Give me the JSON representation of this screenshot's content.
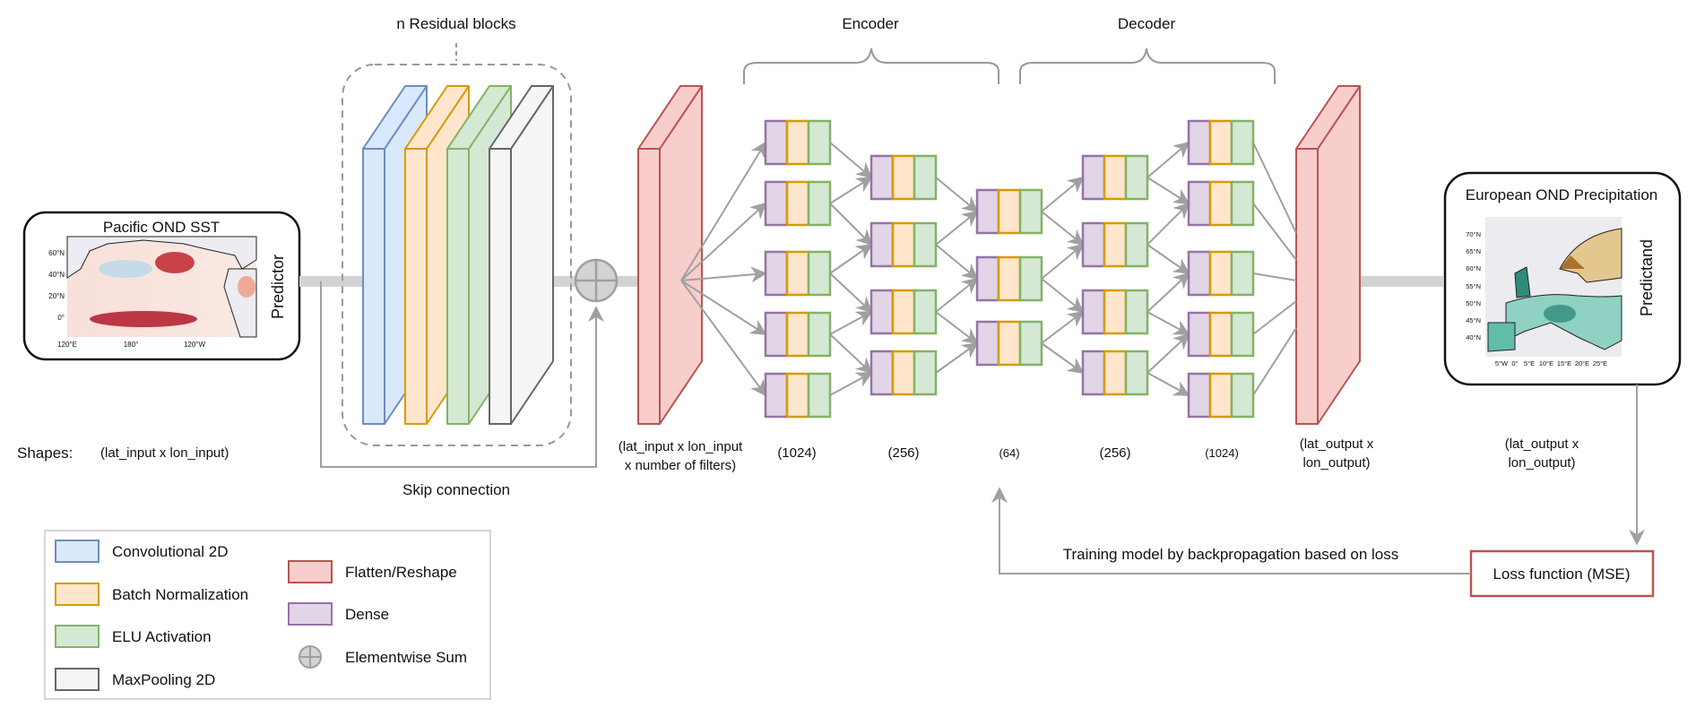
{
  "labels": {
    "residual_blocks": "n Residual blocks",
    "encoder": "Encoder",
    "decoder": "Decoder",
    "skip_connection": "Skip connection",
    "shapes_prefix": "Shapes:",
    "backprop": "Training model by backpropagation based on loss",
    "loss_function": "Loss function (MSE)"
  },
  "input_panel": {
    "title": "Pacific OND SST",
    "role": "Predictor",
    "lat_ticks": [
      "60°N",
      "40°N",
      "20°N",
      "0°"
    ],
    "lon_ticks": [
      "120°E",
      "180°",
      "120°W"
    ]
  },
  "output_panel": {
    "title": "European OND Precipitation",
    "role": "Predictand",
    "lat_ticks": [
      "70°N",
      "65°N",
      "60°N",
      "55°N",
      "50°N",
      "45°N",
      "40°N"
    ],
    "lon_ticks": [
      "5°W",
      "0°",
      "5°E",
      "10°E",
      "15°E",
      "20°E",
      "25°E"
    ]
  },
  "shapes": {
    "input": "(lat_input x lon_input)",
    "flatten_line1": "(lat_input x lon_input",
    "flatten_line2": "x number of filters)",
    "dense": [
      "(1024)",
      "(256)",
      "(64)",
      "(256)",
      "(1024)"
    ],
    "reshape_line1": "(lat_output x",
    "reshape_line2": "lon_output)",
    "target_line1": "(lat_output x",
    "target_line2": "lon_output)"
  },
  "dense_layers": [
    {
      "units": "1024",
      "nodes": 5
    },
    {
      "units": "256",
      "nodes": 4
    },
    {
      "units": "64",
      "nodes": 3
    },
    {
      "units": "256",
      "nodes": 4
    },
    {
      "units": "1024",
      "nodes": 5
    }
  ],
  "legend": {
    "items": [
      {
        "label": "Convolutional 2D",
        "fill": "#dae8fc",
        "stroke": "#6c8ebf"
      },
      {
        "label": "Batch Normalization",
        "fill": "#ffe6cc",
        "stroke": "#d79b00"
      },
      {
        "label": "ELU Activation",
        "fill": "#d5e8d4",
        "stroke": "#82b366"
      },
      {
        "label": "MaxPooling 2D",
        "fill": "#f5f5f5",
        "stroke": "#666666"
      },
      {
        "label": "Flatten/Reshape",
        "fill": "#f8cecc",
        "stroke": "#b85450"
      },
      {
        "label": "Dense",
        "fill": "#e1d5e7",
        "stroke": "#9673a6"
      },
      {
        "label": "Elementwise Sum",
        "fill": "#d3d3d3",
        "stroke": "#a0a0a0"
      }
    ]
  },
  "colors": {
    "conv": {
      "fill": "#dae8fc",
      "stroke": "#6c8ebf"
    },
    "bn": {
      "fill": "#ffe6cc",
      "stroke": "#d79b00"
    },
    "elu": {
      "fill": "#d5e8d4",
      "stroke": "#82b366"
    },
    "pool": {
      "fill": "#f5f5f5",
      "stroke": "#666666"
    },
    "flatten": {
      "fill": "#f8cecc",
      "stroke": "#b85450"
    },
    "dense": {
      "fill": "#e1d5e7",
      "stroke": "#9673a6"
    },
    "arrow": "#a0a0a0",
    "flow": "#d3d3d3"
  }
}
